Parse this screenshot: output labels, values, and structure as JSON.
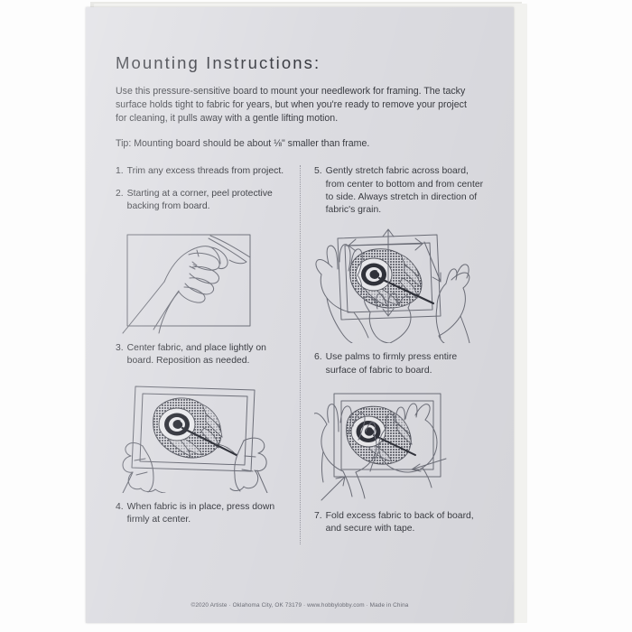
{
  "document": {
    "title": "Mounting Instructions:",
    "intro": "Use this pressure-sensitive board to mount your needlework for framing. The tacky surface holds tight to fabric for years, but when you're ready to remove your project for cleaning, it pulls away with a gentle lifting motion.",
    "tip": "Tip: Mounting board should be about ⅛\" smaller than frame.",
    "footer": "©2020 Artiste · Oklahoma City, OK 73179 · www.hobbylobby.com · Made in China"
  },
  "columns": {
    "left": {
      "steps": [
        {
          "number": "1.",
          "text": "Trim any excess threads from project."
        },
        {
          "number": "2.",
          "text": "Starting at a corner, peel protective backing from board."
        },
        {
          "number": "3.",
          "text": "Center fabric, and place lightly on board. Reposition as needed."
        },
        {
          "number": "4.",
          "text": "When fabric is in place, press down firmly at center."
        }
      ],
      "figures": [
        {
          "name": "hand-peeling-backing",
          "caption": ""
        },
        {
          "name": "hands-centering-fabric-on-board",
          "caption": ""
        }
      ]
    },
    "right": {
      "steps": [
        {
          "number": "5.",
          "text": "Gently stretch fabric across board, from center to bottom and from center to side. Always stretch in direction of fabric's grain."
        },
        {
          "number": "6.",
          "text": "Use palms to firmly press entire surface of fabric to board."
        },
        {
          "number": "7.",
          "text": "Fold excess fabric to back of board, and secure with tape."
        }
      ],
      "figures": [
        {
          "name": "hands-stretching-fabric-with-arrows",
          "caption": ""
        },
        {
          "name": "palms-pressing-fabric-with-arrows",
          "caption": ""
        }
      ]
    }
  },
  "colors": {
    "paper": "#dcdce1",
    "ink": "#3a3c42",
    "title_ink": "#33353c",
    "line_art": "#6c6e78",
    "feather_dark": "#4d4f57",
    "footer_ink": "#6b6d76"
  }
}
